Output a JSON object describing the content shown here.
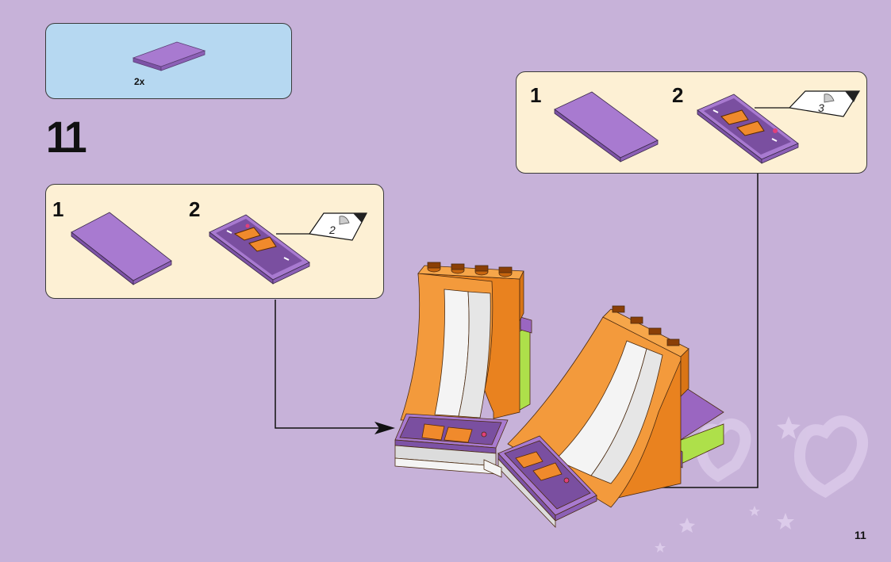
{
  "parts_box": {
    "quantity": "2x"
  },
  "step": {
    "number": "11"
  },
  "callout_left": {
    "sub_steps": [
      {
        "number": "1"
      },
      {
        "number": "2"
      }
    ],
    "reference_label": "2"
  },
  "callout_right": {
    "sub_steps": [
      {
        "number": "1"
      },
      {
        "number": "2"
      }
    ],
    "reference_label": "3"
  },
  "page": {
    "number": "11"
  },
  "colors": {
    "background": "#c7b2d9",
    "parts_box": "#b6d8f1",
    "callout": "#fdf0d4",
    "tile_purple": "#9a66c1",
    "ramp_orange": "#f39a3c",
    "ramp_white": "#f2f2f2",
    "lime": "#aee04a"
  },
  "icons": [
    "purple-tile-icon",
    "decorated-tile-icon",
    "skate-ramp-model-icon",
    "connector-arrow-icon"
  ]
}
